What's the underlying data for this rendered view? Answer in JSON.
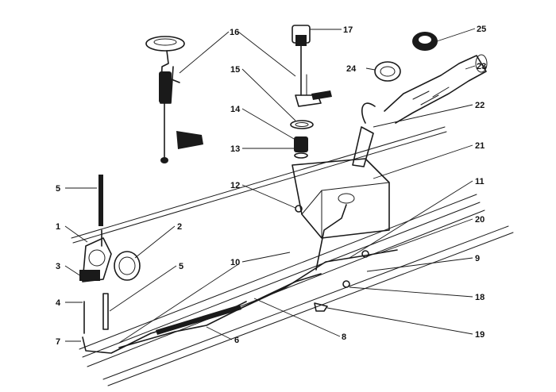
{
  "callouts": [
    {
      "id": "16",
      "label": "16"
    },
    {
      "id": "17",
      "label": "17"
    },
    {
      "id": "25",
      "label": "25"
    },
    {
      "id": "24",
      "label": "24"
    },
    {
      "id": "23",
      "label": "23"
    },
    {
      "id": "15",
      "label": "15"
    },
    {
      "id": "14",
      "label": "14"
    },
    {
      "id": "13",
      "label": "13"
    },
    {
      "id": "22",
      "label": "22"
    },
    {
      "id": "21",
      "label": "21"
    },
    {
      "id": "5a",
      "label": "5"
    },
    {
      "id": "12",
      "label": "12"
    },
    {
      "id": "11",
      "label": "11"
    },
    {
      "id": "1",
      "label": "1"
    },
    {
      "id": "2",
      "label": "2"
    },
    {
      "id": "20",
      "label": "20"
    },
    {
      "id": "3",
      "label": "3"
    },
    {
      "id": "10",
      "label": "10"
    },
    {
      "id": "5b",
      "label": "5"
    },
    {
      "id": "9",
      "label": "9"
    },
    {
      "id": "4",
      "label": "4"
    },
    {
      "id": "18",
      "label": "18"
    },
    {
      "id": "19",
      "label": "19"
    },
    {
      "id": "8",
      "label": "8"
    },
    {
      "id": "7",
      "label": "7"
    },
    {
      "id": "6",
      "label": "6"
    }
  ]
}
